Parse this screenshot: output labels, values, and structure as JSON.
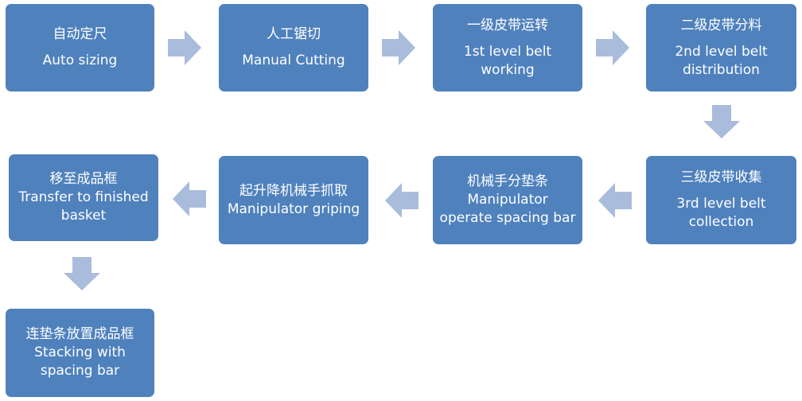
{
  "arrow_color": "#a9bcdc",
  "box_color": "#4f81bd",
  "steps": [
    {
      "zh": "自动定尺",
      "en": [
        "Auto sizing"
      ]
    },
    {
      "zh": "人工锯切",
      "en": [
        "Manual Cutting"
      ]
    },
    {
      "zh": "一级皮带运转",
      "en": [
        "1st level belt",
        "working"
      ]
    },
    {
      "zh": "二级皮带分料",
      "en": [
        "2nd level belt",
        "distribution"
      ]
    },
    {
      "zh": "三级皮带收集",
      "en": [
        "3rd level belt",
        "collection"
      ]
    },
    {
      "zh": "机械手分垫条",
      "en": [
        "Manipulator",
        "operate  spacing bar"
      ]
    },
    {
      "zh": "起升降机械手抓取",
      "en": [
        "Manipulator griping"
      ]
    },
    {
      "zh": "移至成品框",
      "en": [
        "Transfer to finished",
        "basket"
      ]
    },
    {
      "zh": "连垫条放置成品框",
      "en": [
        "Stacking with",
        "spacing bar"
      ]
    }
  ]
}
